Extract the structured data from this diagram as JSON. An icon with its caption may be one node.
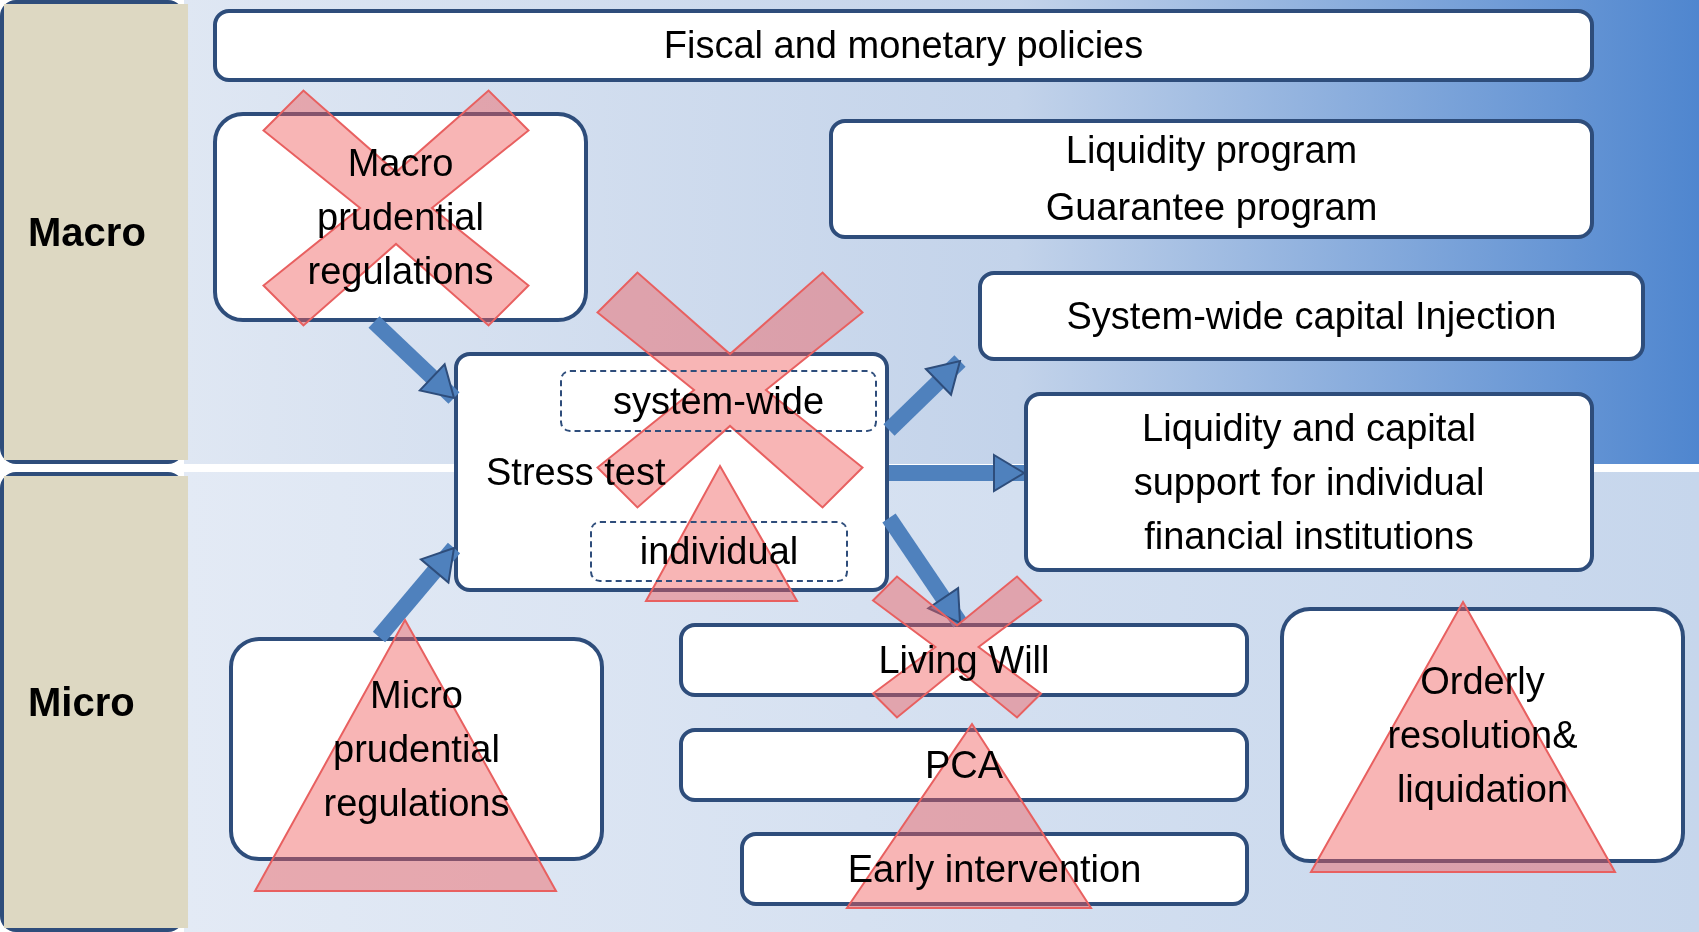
{
  "diagram": {
    "nodes": [
      {
        "text": [
          "Macro"
        ]
      },
      {
        "text": [
          "Micro"
        ]
      },
      {
        "text": [
          "Fiscal and monetary policies"
        ]
      },
      {
        "text": [
          "Macro prudential regulations"
        ]
      },
      {
        "text": [
          "Liquidity program",
          "Guarantee program"
        ]
      },
      {
        "text": [
          "System-wide capital Injection"
        ]
      },
      {
        "text": [
          "Stress test"
        ]
      },
      {
        "text": [
          "system-wide"
        ],
        "in": 6
      },
      {
        "text": [
          "individual"
        ],
        "in": 6
      },
      {
        "text": [
          "Liquidity and capital support for individual financial institutions"
        ]
      },
      {
        "text": [
          "Micro prudential regulations"
        ]
      },
      {
        "text": [
          "Living Will"
        ]
      },
      {
        "text": [
          "PCA"
        ]
      },
      {
        "text": [
          "Early intervention"
        ]
      },
      {
        "text": [
          "Orderly resolution& liquidation"
        ]
      }
    ],
    "edges": [
      {
        "from": 3,
        "to": 6,
        "arrow": "to"
      },
      {
        "from": 10,
        "to": 6,
        "arrow": "to"
      },
      {
        "from": 6,
        "to": 5,
        "arrow": "to"
      },
      {
        "from": 6,
        "to": 9,
        "arrow": "to"
      },
      {
        "from": 6,
        "to": 11,
        "arrow": "to"
      }
    ]
  }
}
